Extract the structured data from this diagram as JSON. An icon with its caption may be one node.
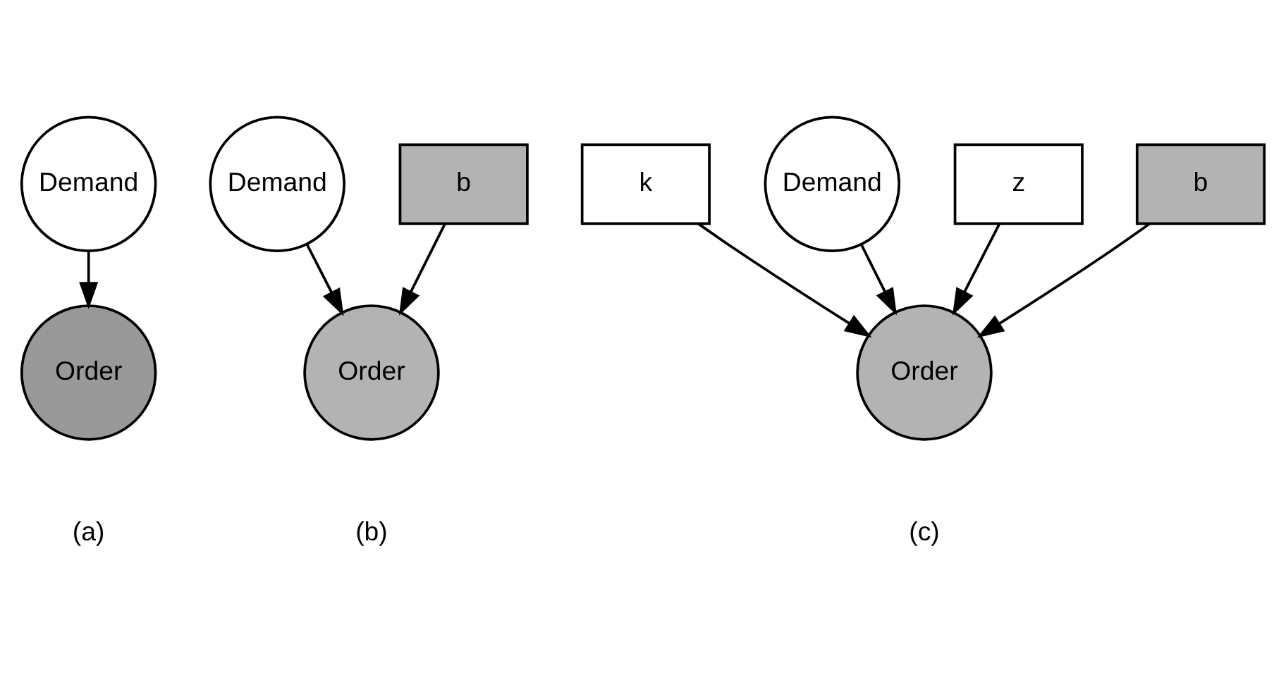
{
  "diagram": {
    "nodes": [
      {
        "text": [
          "Demand"
        ]
      },
      {
        "text": [
          "Order"
        ]
      },
      {
        "text": [
          "Demand"
        ]
      },
      {
        "text": [
          "b"
        ]
      },
      {
        "text": [
          "Order"
        ]
      },
      {
        "text": [
          "k"
        ]
      },
      {
        "text": [
          "Demand"
        ]
      },
      {
        "text": [
          "z"
        ]
      },
      {
        "text": [
          "b"
        ]
      },
      {
        "text": [
          "Order"
        ]
      }
    ],
    "edges": [
      {
        "from": 0,
        "to": 1,
        "arrow": "to"
      },
      {
        "from": 2,
        "to": 4,
        "arrow": "to"
      },
      {
        "from": 3,
        "to": 4,
        "arrow": "to"
      },
      {
        "from": 6,
        "to": 9,
        "arrow": "to"
      },
      {
        "from": 5,
        "to": 9,
        "arrow": "to"
      },
      {
        "from": 7,
        "to": 9,
        "arrow": "to"
      },
      {
        "from": 8,
        "to": 9,
        "arrow": "to"
      }
    ],
    "labels": [
      "(a)",
      "(b)",
      "(c)"
    ]
  }
}
